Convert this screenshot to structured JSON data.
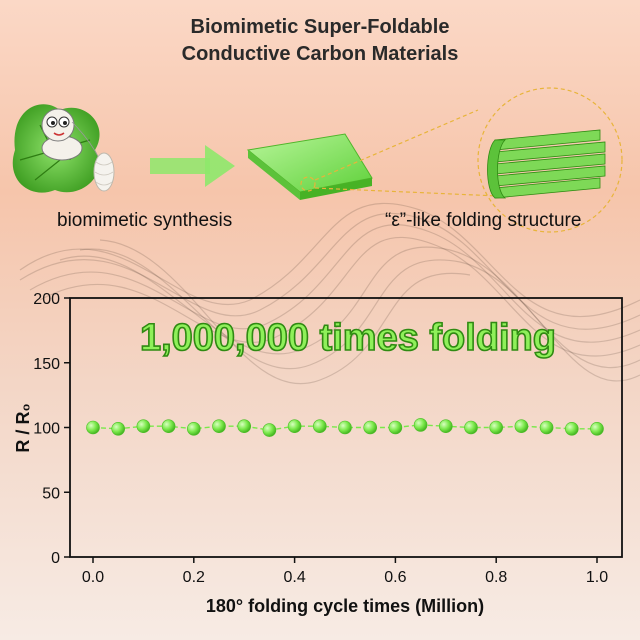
{
  "header": {
    "title_line1": "Biomimetic Super-Foldable",
    "title_line2": "Conductive Carbon Materials"
  },
  "illustration": {
    "left_caption": "biomimetic synthesis",
    "right_caption": "“ε”-like folding structure",
    "icons": [
      "silkworm-on-leaf-icon",
      "cocoon-icon",
      "arrow-right-icon",
      "carbon-film-icon",
      "layered-structure-icon"
    ],
    "colors": {
      "accent_green": "#7ae84a",
      "dark_green": "#2f8a12"
    }
  },
  "chart_data": {
    "type": "line",
    "title": "",
    "annotation": "1,000,000 times folding",
    "xlabel": "180° folding cycle times (Million)",
    "ylabel": "R / R₀",
    "xlim": [
      0.0,
      1.0
    ],
    "ylim": [
      0,
      200
    ],
    "xticks": [
      0.0,
      0.2,
      0.4,
      0.6,
      0.8,
      1.0
    ],
    "xtick_labels": [
      "0.0",
      "0.2",
      "0.4",
      "0.6",
      "0.8",
      "1.0"
    ],
    "yticks": [
      0,
      50,
      100,
      150,
      200
    ],
    "ytick_labels": [
      "0",
      "50",
      "100",
      "150",
      "200"
    ],
    "grid": false,
    "series": [
      {
        "x": [
          0.0,
          0.05,
          0.1,
          0.15,
          0.2,
          0.25,
          0.3,
          0.35,
          0.4,
          0.45,
          0.5,
          0.55,
          0.6,
          0.65,
          0.7,
          0.75,
          0.8,
          0.85,
          0.9,
          0.95,
          1.0
        ],
        "y": [
          100,
          99,
          101,
          101,
          99,
          101,
          101,
          98,
          101,
          101,
          100,
          100,
          100,
          102,
          101,
          100,
          100,
          101,
          100,
          99,
          99
        ],
        "color": "#7ae84a"
      }
    ]
  }
}
